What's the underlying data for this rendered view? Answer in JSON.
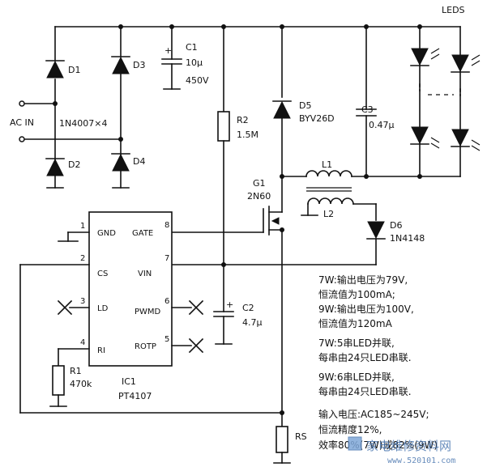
{
  "labels": {
    "leds": "LEDS",
    "d1": "D1",
    "d2": "D2",
    "d3": "D3",
    "d4": "D4",
    "diodes": "1N4007×4",
    "ac_in": "AC IN",
    "c1": "C1",
    "c1_value": "10μ",
    "c1_voltage": "450V",
    "r2": "R2",
    "r2_value": "1.5M",
    "d5": "D5",
    "d5_part": "BYV26D",
    "c3": "C3",
    "c3_value": "0.47μ",
    "l1": "L1",
    "l2": "L2",
    "g1": "G1",
    "g1_part": "2N60",
    "d6": "D6",
    "d6_part": "1N4148",
    "c2": "C2",
    "c2_value": "4.7μ",
    "r1": "R1",
    "r1_value": "470k",
    "rs": "RS",
    "ic": "IC1",
    "ic_part": "PT4107"
  },
  "ic_pins": [
    {
      "num": "1",
      "name": "GND"
    },
    {
      "num": "2",
      "name": "CS"
    },
    {
      "num": "3",
      "name": "LD"
    },
    {
      "num": "4",
      "name": "RI"
    },
    {
      "num": "8",
      "name": "GATE"
    },
    {
      "num": "7",
      "name": "VIN"
    },
    {
      "num": "6",
      "name": "PWMD"
    },
    {
      "num": "5",
      "name": "ROTP"
    }
  ],
  "notes": [
    "7W:输出电压为79V,",
    "恒流值为100mA;",
    "9W:输出电压为100V,",
    "恒流值为120mA",
    "7W:5串LED并联,",
    "每串由24只LED串联.",
    "9W:6串LED并联,",
    "每串由24只LED串联.",
    "输入电压:AC185~245V;",
    "恒流精度12%,",
    "效率80%(7W)或82%(9W)"
  ],
  "watermark": {
    "site": "家电维修资料网",
    "url": "www.520101.com"
  }
}
